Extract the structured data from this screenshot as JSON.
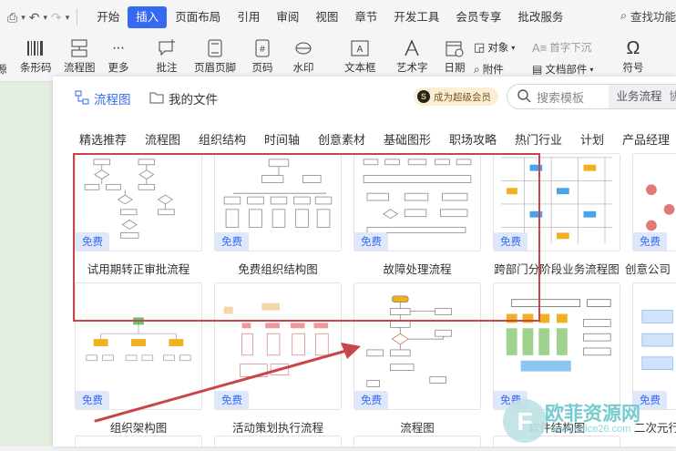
{
  "menubar": {
    "items": [
      "开始",
      "插入",
      "页面布局",
      "引用",
      "审阅",
      "视图",
      "章节",
      "开发工具",
      "会员专享",
      "批改服务"
    ],
    "active": "插入",
    "search_cmd": "查找功能"
  },
  "ribbon": {
    "left_cut": "源",
    "barcode": "条形码",
    "flowchart": "流程图",
    "more": "更多",
    "comment": "批注",
    "header_footer": "页眉页脚",
    "page_number": "页码",
    "watermark": "水印",
    "textbox": "文本框",
    "wordart": "艺术字",
    "date": "日期",
    "object": "对象",
    "dropcap": "首字下沉",
    "attachment": "附件",
    "doc_parts": "文档部件",
    "symbol": "符号"
  },
  "dialog": {
    "tab_flowchart": "流程图",
    "tab_myfiles": "我的文件",
    "vip_label": "成为超级会员",
    "vip_coin": "S",
    "search_placeholder": "搜索模板",
    "search_scope": "业务流程",
    "search_scope_cut": "协"
  },
  "categories": [
    "精选推荐",
    "流程图",
    "组织结构",
    "时间轴",
    "创意素材",
    "基础图形",
    "职场攻略",
    "热门行业",
    "计划",
    "产品经理"
  ],
  "templates": [
    {
      "title": "试用期转正审批流程",
      "badge": "免费"
    },
    {
      "title": "免费组织结构图",
      "badge": "免费"
    },
    {
      "title": "故障处理流程",
      "badge": "免费"
    },
    {
      "title": "跨部门分阶段业务流程图",
      "badge": "免费"
    },
    {
      "title": "创意公司",
      "badge": "免费"
    },
    {
      "title": "组织架构图",
      "badge": "免费"
    },
    {
      "title": "活动策划执行流程",
      "badge": "免费"
    },
    {
      "title": "流程图",
      "badge": "免费"
    },
    {
      "title": "软件结构图",
      "badge": "免费"
    },
    {
      "title": "二次元行",
      "badge": "免费"
    }
  ],
  "watermark": {
    "text": "欧菲资源网",
    "url": "www.office26.com",
    "logo_letter": "F"
  },
  "colors": {
    "accent": "#3569f2",
    "annotation_red": "#c9454a",
    "badge_bg": "#dfe8fb"
  }
}
